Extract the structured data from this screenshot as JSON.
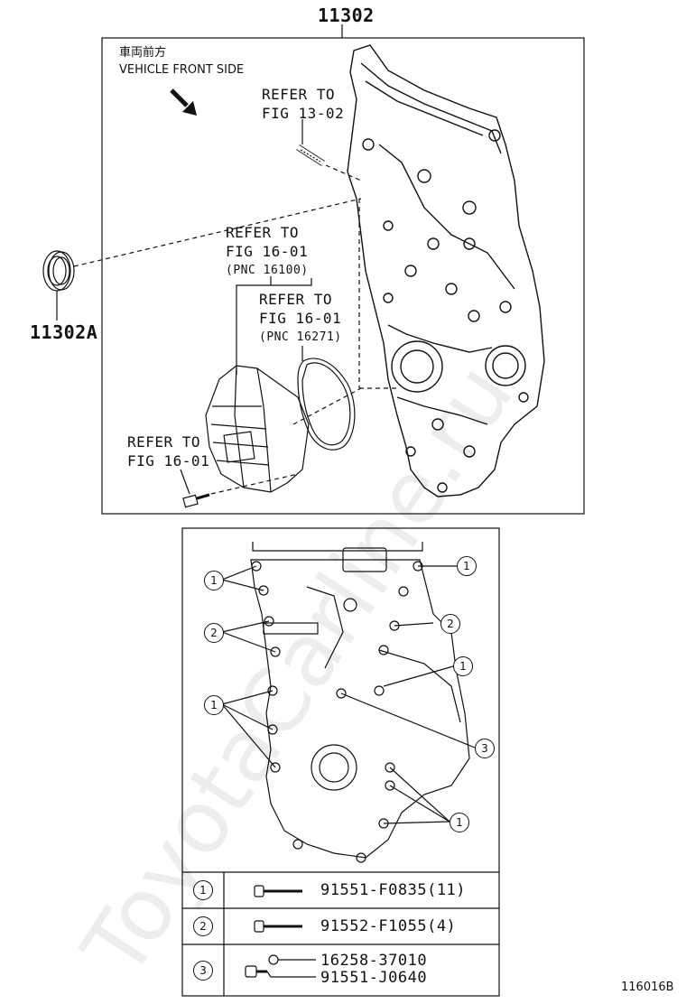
{
  "diagram": {
    "main_part_number": "11302",
    "seal_part_number": "11302A",
    "direction_jp": "車両前方",
    "direction_en": "VEHICLE FRONT SIDE",
    "refs": [
      {
        "line1": "REFER TO",
        "line2": "FIG 13-02"
      },
      {
        "line1": "REFER TO",
        "line2": "FIG 16-01",
        "pnc": "(PNC 16100)"
      },
      {
        "line1": "REFER TO",
        "line2": "FIG 16-01",
        "pnc": "(PNC 16271)"
      },
      {
        "line1": "REFER TO",
        "line2": "FIG 16-01"
      }
    ],
    "bolt_callouts": [
      "1",
      "2",
      "3"
    ],
    "legend": [
      {
        "num": "1",
        "parts": [
          "91551-F0835(11)"
        ]
      },
      {
        "num": "2",
        "parts": [
          "91552-F1055(4)"
        ]
      },
      {
        "num": "3",
        "parts": [
          "16258-37010",
          "91551-J0640"
        ]
      }
    ],
    "figure_id": "116016B",
    "watermark": "ToyotaCarline.ru"
  }
}
